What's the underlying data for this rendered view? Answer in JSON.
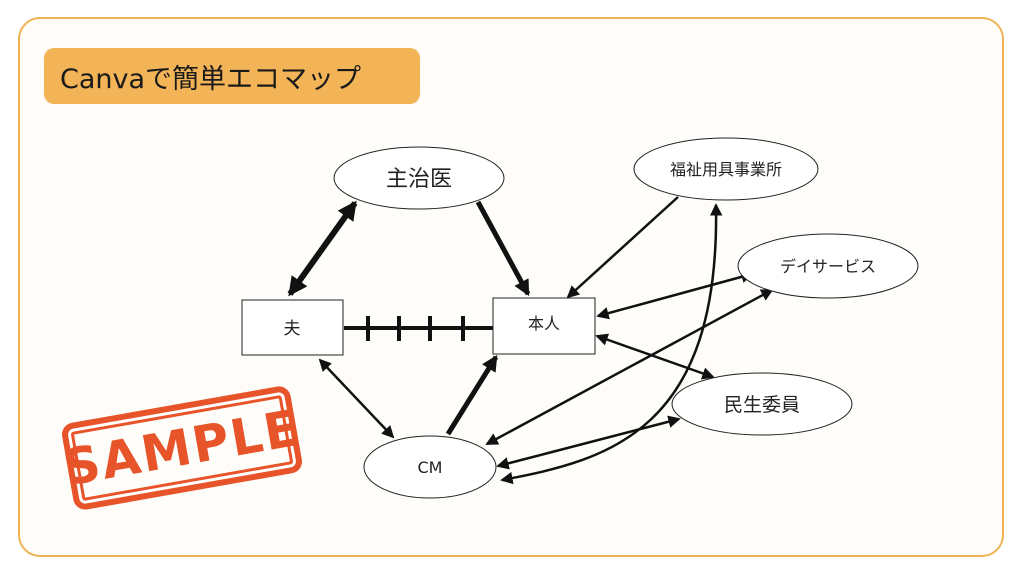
{
  "title": "Canvaで簡単エコマップ",
  "nodes": {
    "doctor": "主治医",
    "husband": "夫",
    "self": "本人",
    "cm": "CM",
    "welfare": "福祉用具事業所",
    "dayservice": "デイサービス",
    "commissioner": "民生委員"
  },
  "stamp": "SAMPLE",
  "colors": {
    "frame": "#f0b354",
    "badge": "#f2b457",
    "stamp": "#e8542a",
    "line": "#111111"
  }
}
